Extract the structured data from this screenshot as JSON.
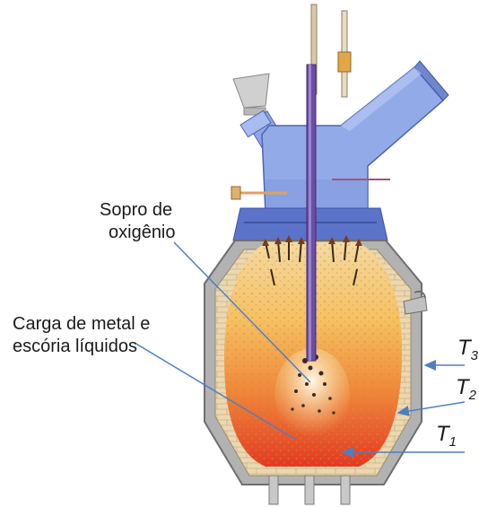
{
  "labels": {
    "oxygen_line1": "Sopro de",
    "oxygen_line2": "oxigênio",
    "charge_line1": "Carga de metal e",
    "charge_line2": "escória líquidos"
  },
  "temperatures": [
    {
      "symbol": "T",
      "sub": "3"
    },
    {
      "symbol": "T",
      "sub": "2"
    },
    {
      "symbol": "T",
      "sub": "1"
    }
  ],
  "colors": {
    "hood": "#8fa6e6",
    "hood_dark": "#5a72c4",
    "lance": "#6a4fa3",
    "refractory": "#e8d2a8",
    "steel_shell": "#a8a8a8",
    "slag_top": "#f0a64a",
    "melt_bottom": "#e8452a",
    "arrow": "#4d7fc2"
  }
}
